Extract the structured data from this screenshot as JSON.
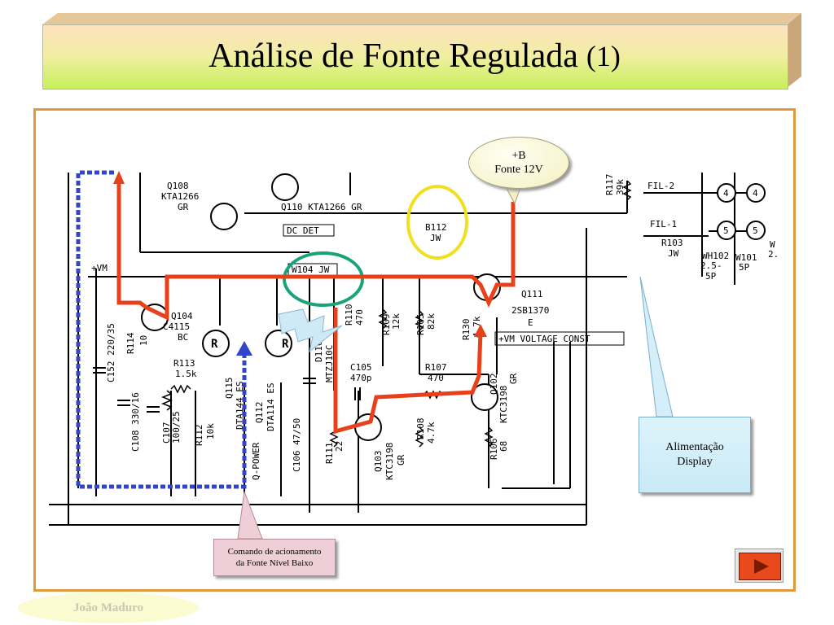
{
  "slide": {
    "title": "Análise de Fonte Regulada",
    "title_number": "(1)",
    "author": "João Maduro"
  },
  "callouts": {
    "b_line1": "+B",
    "b_line2": "Fonte 12V",
    "display_line1": "Alimentação",
    "display_line2": "Display",
    "command_line1": "Comando de acionamento",
    "command_line2": "da Fonte Nível Baixo"
  },
  "schematic": {
    "labels": {
      "q108": "Q108",
      "q108_type": "KTA1266",
      "q108_gr": "GR",
      "q110": "Q110 KTA1266 GR",
      "dc_det": "DC DET",
      "b112": "B112",
      "b112_jw": "JW",
      "r117": "R117",
      "r117_val": "39k",
      "fil2": "FIL-2",
      "fil1": "FIL-1",
      "r103": "R103",
      "r103_jw": "JW",
      "wh102": "WH102",
      "wh102_val": "2.5-",
      "wh102_5p": "5P",
      "w101": "W101",
      "w101_5p": "5P",
      "w_right": "W",
      "w_right2": "2.",
      "conn_4a": "4",
      "conn_4b": "4",
      "conn_5a": "5",
      "conn_5b": "5",
      "vm": "+VM",
      "w104": "W104 JW",
      "q111": "Q111",
      "q111_type": "2SB1370",
      "q111_e": "E",
      "vm_const": "+VM VOLTAGE CONST",
      "q104": "Q104",
      "q104_type": "C4115",
      "q104_bc": "BC",
      "r114": "R114",
      "r114_val": "10",
      "c152": "C152 220/35",
      "c108": "C108 330/16",
      "r113": "R113",
      "r113_val": "1.5k",
      "c107": "C107",
      "c107_val": "100/25",
      "r112": "R112",
      "r112_val": "10k",
      "q115": "Q115",
      "q115_type": "DTA144 ES",
      "q_power": "Q-POWER",
      "q112": "Q112",
      "q112_type": "DTA114 ES",
      "c106": "C106 47/50",
      "d110": "D110",
      "d110_type": "MTZJ10C",
      "r110": "R110",
      "r110_val": "470",
      "r109": "R109",
      "r109_val": "12k",
      "r105": "R105",
      "r105_val": "82k",
      "r130": "R130",
      "r130_val": "4.7k",
      "c105": "C105",
      "c105_val": "470p",
      "r107": "R107",
      "r107_val": "470",
      "q102": "Q102",
      "q102_type": "KTC3198",
      "q102_gr": "GR",
      "r111": "R111",
      "r111_val": "22",
      "q103": "Q103",
      "q103_type": "KTC3198",
      "q103_gr": "GR",
      "r108": "R108",
      "r108_val": "4.7k",
      "r106": "R106",
      "r106_val": "68",
      "r_letter_1": "R",
      "r_letter_2": "R"
    }
  },
  "colors": {
    "title_gradient_bottom": "#c6f05a",
    "frame_border": "#e09a3c",
    "regulator_path": "#e8401a",
    "control_path": "#3344cc",
    "highlight_ellipse_green": "#1aa37a",
    "highlight_ellipse_yellow": "#f0e020"
  },
  "icons": {
    "next": "play-triangle-icon",
    "lightning": "lightning-bolt-icon"
  }
}
